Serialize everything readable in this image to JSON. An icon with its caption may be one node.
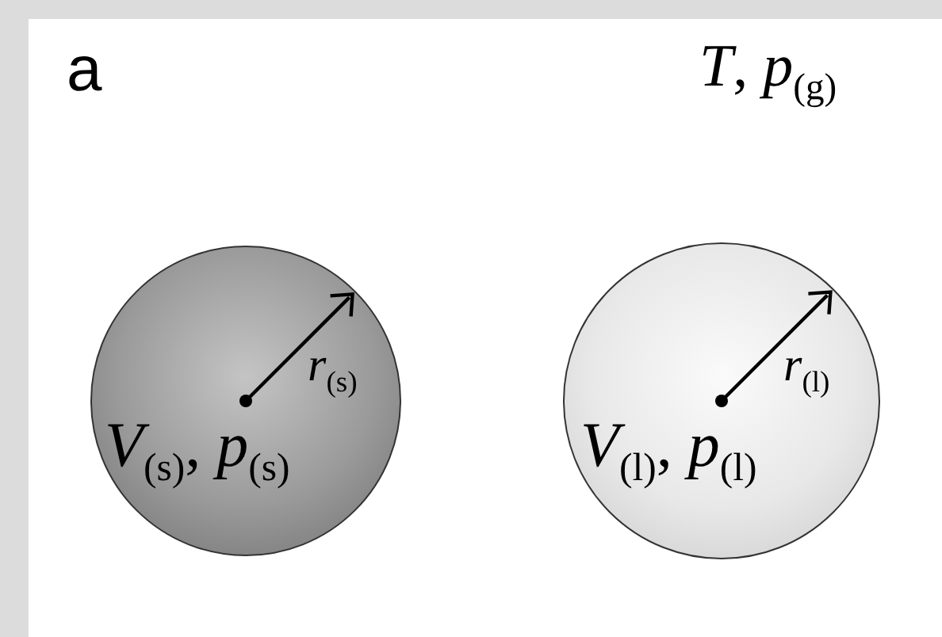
{
  "diagram": {
    "nodes": [
      {
        "text": [
          "*r*$_{(s)}$",
          "*V*$_{(s)}$, *p*$_{(s)}$"
        ]
      },
      {
        "text": [
          "*r*$_{(l)}$",
          "*V*$_{(l)}$, *p*$_{(l)}$"
        ]
      }
    ],
    "edges": [],
    "labels": [
      "a",
      "*T*, *p*$_{(g)}$"
    ]
  }
}
